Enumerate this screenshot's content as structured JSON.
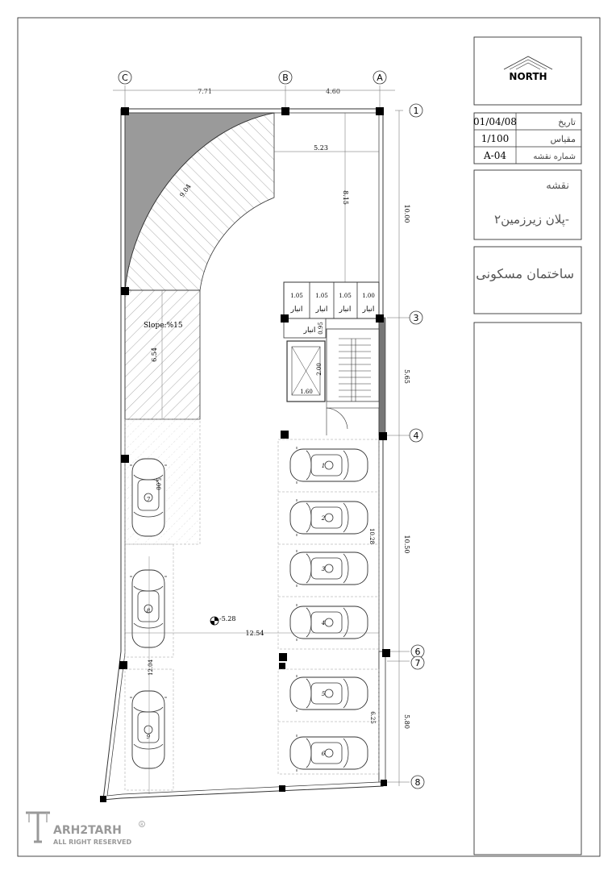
{
  "title_block": {
    "north_label": "NORTH",
    "date_value": "01/04/08",
    "date_label": "تاریخ",
    "scale_value": "1/100",
    "scale_label": "مقیاس",
    "sheet_no_value": "A-04",
    "sheet_no_label": "شماره نقشه",
    "drawing_heading": "نقشه",
    "drawing_name": "پلان زیرزمین۲-",
    "project_name": "ساختمان مسکونی"
  },
  "grid": {
    "columns": [
      "C",
      "B",
      "A"
    ],
    "rows": [
      "1",
      "3",
      "4",
      "6",
      "7",
      "8"
    ]
  },
  "dimensions": {
    "c_to_b": "7.71",
    "b_to_a": "4.60",
    "row_1_3": "10.00",
    "row_3_4": "5.65",
    "row_4_6": "10.50",
    "row_7_8": "5.80",
    "ramp_top_width": "5.23",
    "ramp_curve": "9.04",
    "ramp_depth": "8.15",
    "ramp_straight": "6.54",
    "store_w1": "1.05",
    "store_w2": "1.05",
    "store_w3": "1.05",
    "store_w4": "1.00",
    "store_h": "0.95",
    "elevator_h": "2.00",
    "elevator_w": "1.60",
    "parking_7_len": "5.00",
    "parking_right_len": "10.28",
    "overall_width": "12.54",
    "left_len": "12.04",
    "lower_right_len": "6.25"
  },
  "labels": {
    "slope": "Slope:%15",
    "level": "-5.28",
    "store": "انبار"
  },
  "parking_numbers": [
    "1",
    "2",
    "3",
    "4",
    "5",
    "6",
    "7",
    "8",
    "9"
  ],
  "logo": {
    "brand": "ARH2TARH",
    "tagline": "ALL RIGHT RESERVED"
  }
}
